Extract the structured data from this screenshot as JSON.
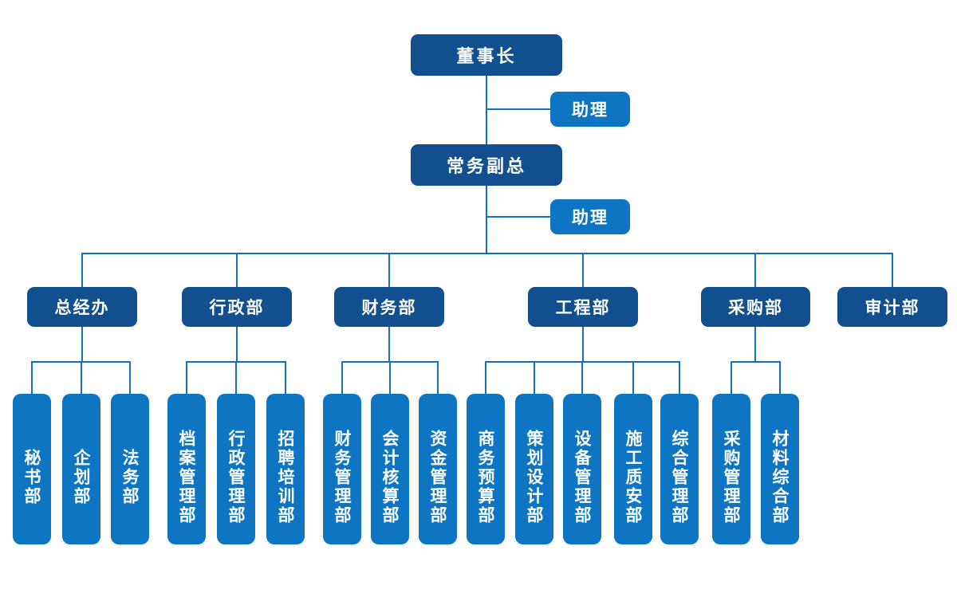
{
  "org": {
    "root": {
      "label": "董事长"
    },
    "assistants": [
      {
        "label": "助理"
      },
      {
        "label": "助理"
      }
    ],
    "vice": {
      "label": "常务副总"
    },
    "departments": [
      {
        "label": "总经办",
        "children": [
          "秘书部",
          "企划部",
          "法务部"
        ]
      },
      {
        "label": "行政部",
        "children": [
          "档案管理部",
          "行政管理部",
          "招聘培训部"
        ]
      },
      {
        "label": "财务部",
        "children": [
          "财务管理部",
          "会计核算部",
          "资金管理部"
        ]
      },
      {
        "label": "工程部",
        "children": [
          "商务预算部",
          "策划设计部",
          "设备管理部",
          "施工质安部",
          "综合管理部"
        ]
      },
      {
        "label": "采购部",
        "children": [
          "采购管理部",
          "材料综合部"
        ]
      },
      {
        "label": "审计部",
        "children": []
      }
    ]
  },
  "colors": {
    "primary_dark": "#114f8e",
    "primary_light": "#0e75c3",
    "connector": "#1270c0",
    "text": "#ffffff",
    "background": "#ffffff"
  }
}
